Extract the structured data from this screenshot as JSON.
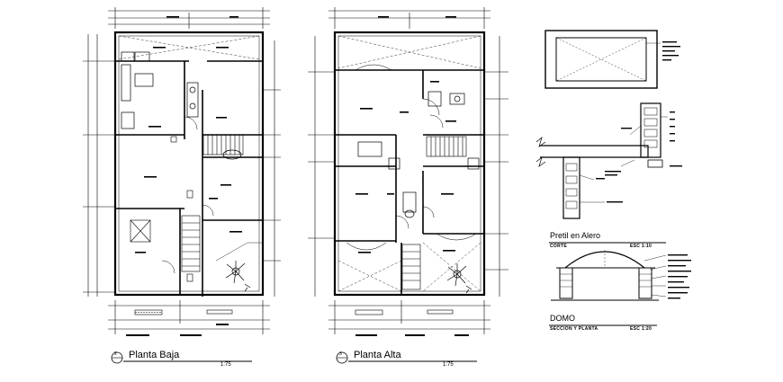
{
  "drawing": {
    "planta_baja": {
      "title": "Planta Baja",
      "scale": "1:75",
      "number": "2"
    },
    "planta_alta": {
      "title": "Planta Alta",
      "scale": "1:75",
      "number": "3"
    },
    "pretil": {
      "title": "Pretil en Alero",
      "subtitle": "CORTE",
      "scale": "ESC 1:10"
    },
    "domo": {
      "title": "DOMO",
      "subtitle": "SECCION Y PLANTA",
      "scale": "ESC 1:20"
    }
  }
}
